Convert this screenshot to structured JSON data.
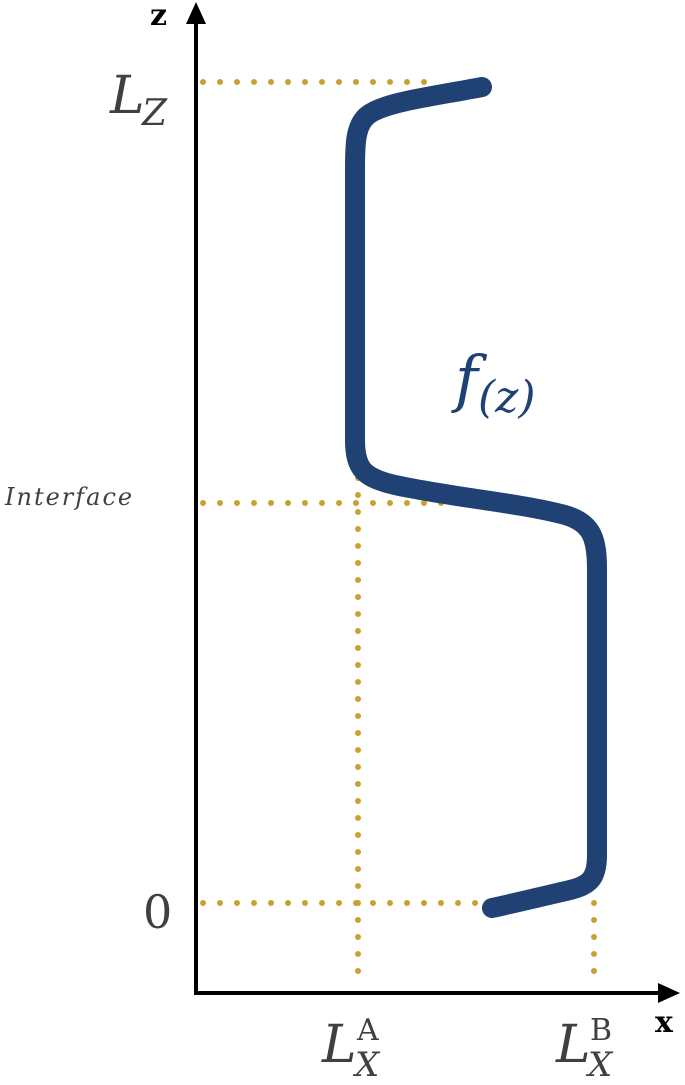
{
  "axes": {
    "x_label": "x",
    "z_label": "z"
  },
  "z_ticks": {
    "top": {
      "base": "L",
      "sub": "Z"
    },
    "interface": "Interface",
    "zero": "0"
  },
  "x_ticks": {
    "a": {
      "base": "L",
      "sup": "A",
      "sub": "X"
    },
    "b": {
      "base": "L",
      "sup": "B",
      "sub": "X"
    }
  },
  "curve_label": {
    "base": "f",
    "sub": "(z)"
  },
  "colors": {
    "curve": "#1f4173",
    "guide": "#c9a132",
    "axis": "#000000",
    "label": "#404040"
  }
}
